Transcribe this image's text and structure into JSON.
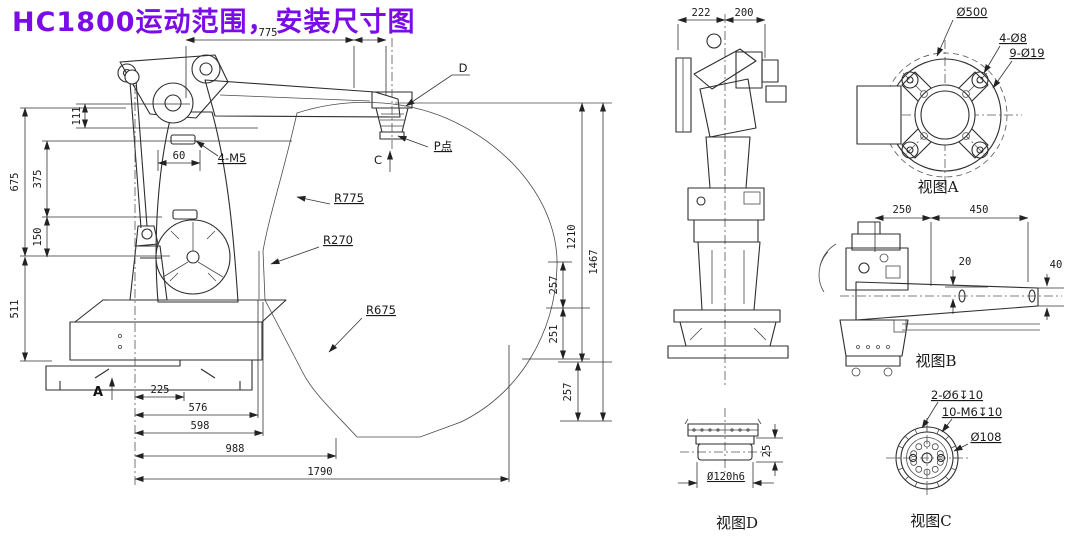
{
  "title": {
    "text": "HC1800运动范围，安装尺寸图",
    "color": "#7B0CE8"
  },
  "colors": {
    "background": "#ffffff",
    "line": "#2e2e2e",
    "dim_text": "#1a1a1a"
  },
  "main_view": {
    "top_dims": {
      "d775": "775"
    },
    "left_dims": {
      "d111": "111",
      "d675": "675",
      "d375": "375",
      "d150": "150",
      "d511": "511"
    },
    "bottom_dims": {
      "d225": "225",
      "d576": "576",
      "d598": "598",
      "d988": "988",
      "d1790": "1790"
    },
    "right_dims": {
      "d1210": "1210",
      "d1467": "1467",
      "d257a": "257",
      "d251": "251",
      "d257b": "257"
    },
    "slot": {
      "d60": "60",
      "label_4m5": "4-M5"
    },
    "radii": {
      "r775": "R775",
      "r270": "R270",
      "r675": "R675"
    },
    "points": {
      "d": "D",
      "c": "C",
      "p": "P点",
      "a": "A"
    }
  },
  "middle_view": {
    "dims": {
      "d222": "222",
      "d200": "200"
    }
  },
  "view_a": {
    "caption": "视图A",
    "labels": {
      "dia500": "Ø500",
      "holes4": "4-Ø8",
      "holes9": "9-Ø19"
    }
  },
  "view_b": {
    "caption": "视图B",
    "dims": {
      "d250": "250",
      "d450": "450",
      "d20": "20",
      "d40": "40"
    }
  },
  "view_c": {
    "caption": "视图C",
    "labels": {
      "dowel": "2-Ø6↧10",
      "tapped": "10-M6↧10",
      "dia108": "Ø108"
    }
  },
  "view_d": {
    "caption": "视图D",
    "labels": {
      "dia120": "Ø120h6",
      "d25": "25"
    }
  }
}
